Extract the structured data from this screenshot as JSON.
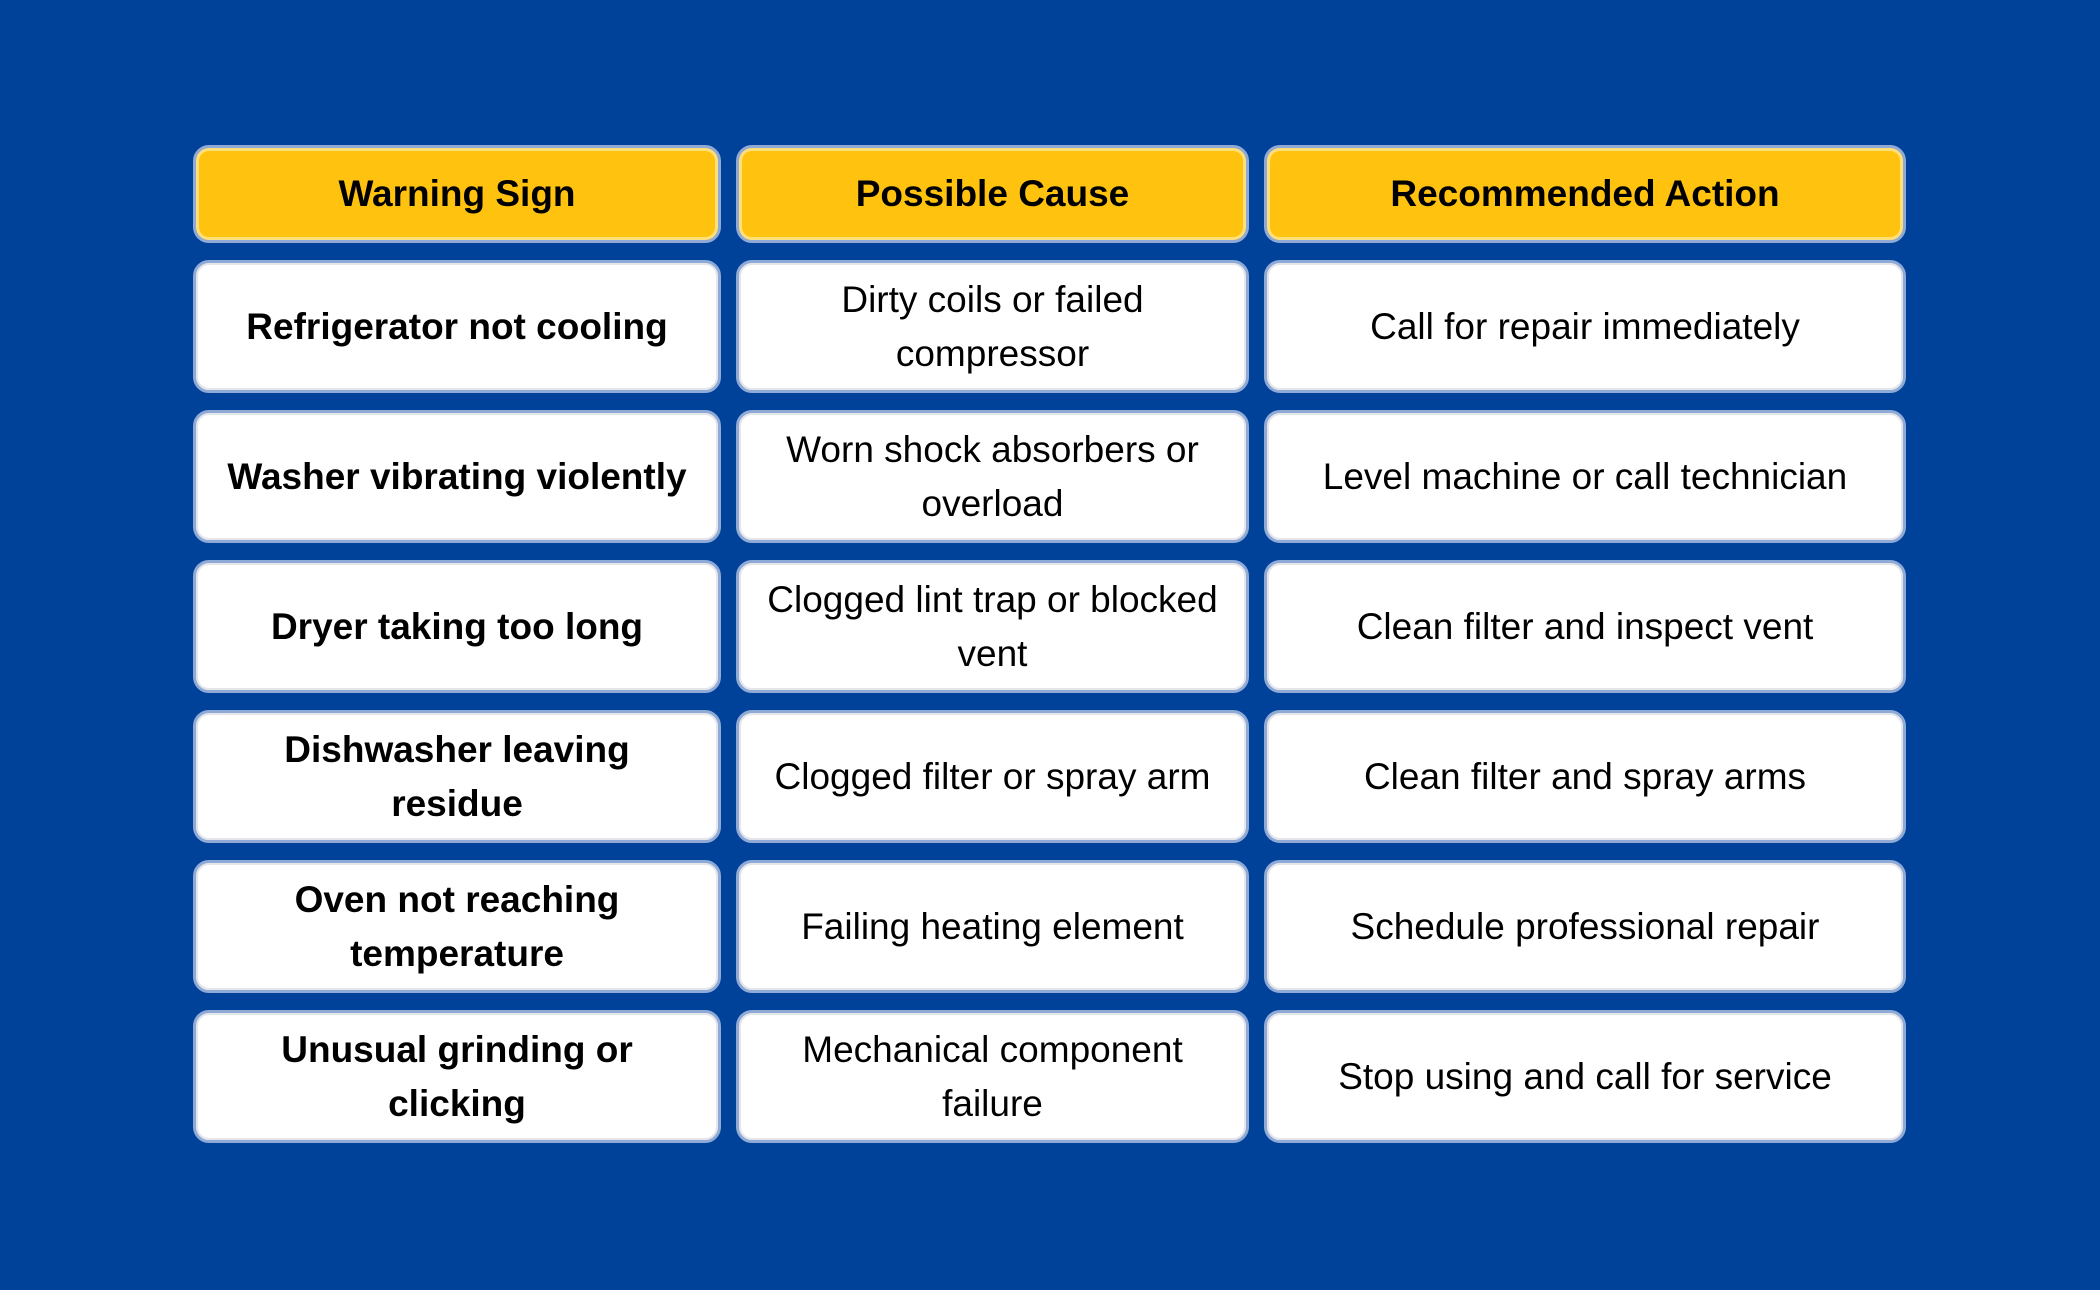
{
  "colors": {
    "background": "#00419A",
    "header_fill": "#FFC20E",
    "cell_fill": "#FFFFFF",
    "cell_border": "#8FAAD6",
    "text": "#000000"
  },
  "table": {
    "headers": [
      "Warning Sign",
      "Possible Cause",
      "Recommended Action"
    ],
    "rows": [
      [
        "Refrigerator not cooling",
        "Dirty coils or failed compressor",
        "Call for repair immediately"
      ],
      [
        "Washer vibrating violently",
        "Worn shock absorbers or overload",
        "Level machine or call technician"
      ],
      [
        "Dryer taking too long",
        "Clogged lint trap or blocked vent",
        "Clean filter and inspect vent"
      ],
      [
        "Dishwasher leaving residue",
        "Clogged filter or spray arm",
        "Clean filter and spray arms"
      ],
      [
        "Oven not reaching temperature",
        "Failing heating element",
        "Schedule professional repair"
      ],
      [
        "Unusual grinding or clicking",
        "Mechanical component failure",
        "Stop using and call for service"
      ]
    ]
  }
}
